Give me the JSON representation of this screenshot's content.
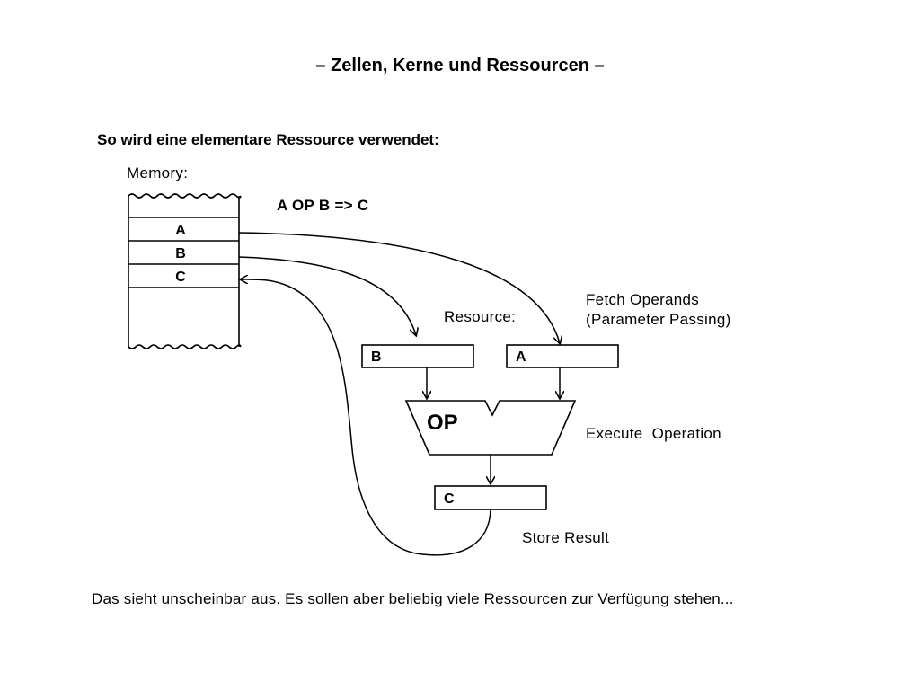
{
  "title": "– Zellen, Kerne und Ressourcen –",
  "subtitle": "So wird eine elementare Ressource verwendet:",
  "memory": {
    "label": "Memory:",
    "cells": [
      "A",
      "B",
      "C"
    ]
  },
  "formula": "A OP B => C",
  "resource_label": "Resource:",
  "registers": {
    "left": "B",
    "right": "A",
    "result": "C"
  },
  "op_label": "OP",
  "steps": {
    "fetch_line1": "Fetch Operands",
    "fetch_line2": "(Parameter Passing)",
    "execute": "Execute  Operation",
    "store": "Store Result"
  },
  "footer": "Das sieht unscheinbar aus. Es sollen aber beliebig viele Ressourcen zur Verfügung stehen..."
}
